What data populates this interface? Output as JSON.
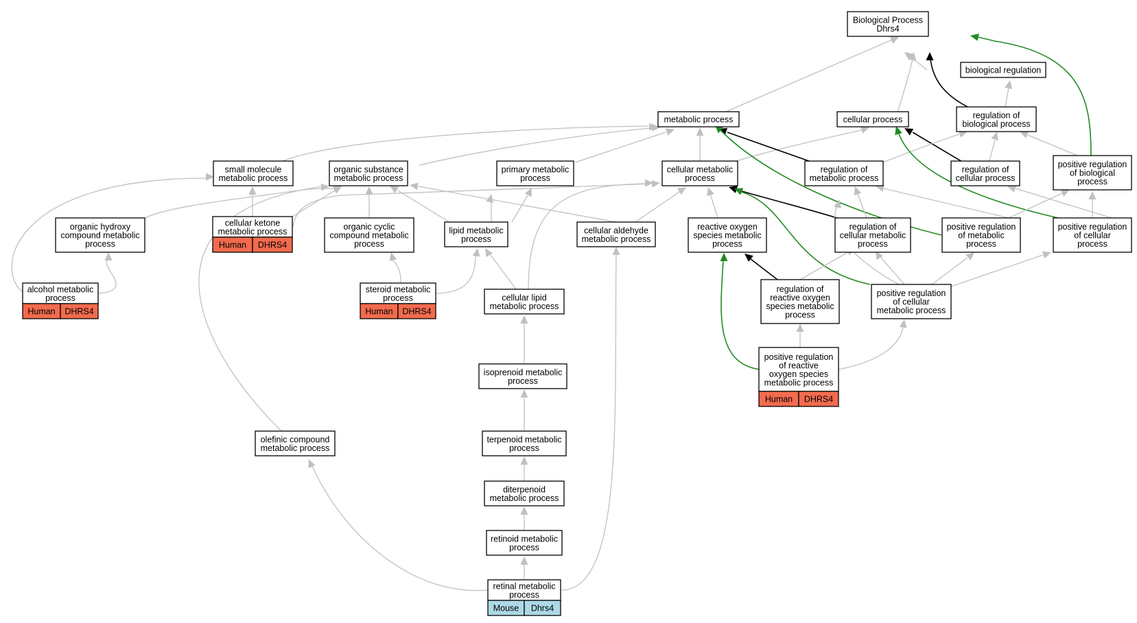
{
  "colors": {
    "human_tag": "#f26b4e",
    "mouse_tag": "#add8e6",
    "edge_default": "#c0c0c0",
    "edge_regulates": "#000000",
    "edge_positively_regulates": "#228b22"
  },
  "nodes": {
    "root": [
      "Biological Process",
      "Dhrs4"
    ],
    "bioreg": [
      "biological regulation"
    ],
    "metab": [
      "metabolic process"
    ],
    "cellproc": [
      "cellular process"
    ],
    "regbio": [
      "regulation of",
      "biological process"
    ],
    "smallmol": [
      "small molecule",
      "metabolic process"
    ],
    "orgsub": [
      "organic substance",
      "metabolic process"
    ],
    "primary": [
      "primary metabolic",
      "process"
    ],
    "cellmet": [
      "cellular metabolic",
      "process"
    ],
    "regmet": [
      "regulation of",
      "metabolic process"
    ],
    "regcell": [
      "regulation of",
      "cellular process"
    ],
    "posregbio": [
      "positive regulation",
      "of biological",
      "process"
    ],
    "orghydroxy": [
      "organic hydroxy",
      "compound metabolic",
      "process"
    ],
    "cellketone": [
      "cellular ketone",
      "metabolic process"
    ],
    "orgcyclic": [
      "organic cyclic",
      "compound metabolic",
      "process"
    ],
    "lipid": [
      "lipid metabolic",
      "process"
    ],
    "cellald": [
      "cellular aldehyde",
      "metabolic process"
    ],
    "ros": [
      "reactive oxygen",
      "species metabolic",
      "process"
    ],
    "regcellmet": [
      "regulation of",
      "cellular metabolic",
      "process"
    ],
    "posregmet": [
      "positive regulation",
      "of metabolic",
      "process"
    ],
    "posregcell": [
      "positive regulation",
      "of cellular",
      "process"
    ],
    "alcohol": [
      "alcohol metabolic",
      "process"
    ],
    "steroid": [
      "steroid metabolic",
      "process"
    ],
    "celllipid": [
      "cellular lipid",
      "metabolic process"
    ],
    "regros": [
      "regulation of",
      "reactive oxygen",
      "species metabolic",
      "process"
    ],
    "posregcellmet": [
      "positive regulation",
      "of cellular",
      "metabolic process"
    ],
    "isoprenoid": [
      "isoprenoid metabolic",
      "process"
    ],
    "posregros": [
      "positive regulation",
      "of reactive",
      "oxygen species",
      "metabolic process"
    ],
    "olefinic": [
      "olefinic compound",
      "metabolic process"
    ],
    "terpenoid": [
      "terpenoid metabolic",
      "process"
    ],
    "diterpenoid": [
      "diterpenoid",
      "metabolic process"
    ],
    "retinoid": [
      "retinoid metabolic",
      "process"
    ],
    "retinal": [
      "retinal metabolic",
      "process"
    ]
  },
  "tags": {
    "cellketone": [
      {
        "species": "Human",
        "gene": "DHRS4"
      }
    ],
    "alcohol": [
      {
        "species": "Human",
        "gene": "DHRS4"
      }
    ],
    "steroid": [
      {
        "species": "Human",
        "gene": "DHRS4"
      }
    ],
    "posregros": [
      {
        "species": "Human",
        "gene": "DHRS4"
      }
    ],
    "retinal": [
      {
        "species": "Mouse",
        "gene": "Dhrs4"
      }
    ]
  }
}
